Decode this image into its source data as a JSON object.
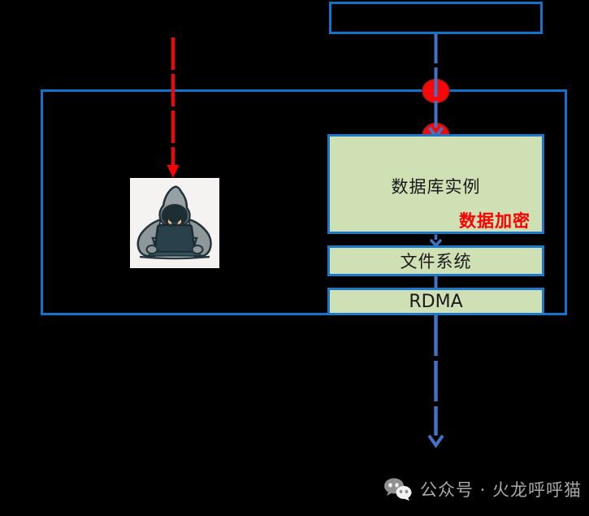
{
  "colors": {
    "background": "#000000",
    "box_border_blue": "#1273c9",
    "node_border_blue": "#1e78c8",
    "node_fill_green": "#cfe0b5",
    "flow_arrow_blue": "#4472c4",
    "attack_arrow_red": "#ff0000",
    "dot_red": "#f90606",
    "dot_red_outline": "#8f1d12",
    "badge_red": "#ff0000",
    "caption_gray": "#a9a9a9",
    "hacker_bg_white": "#f4f3f1"
  },
  "nodes": {
    "top_box": {
      "label": ""
    },
    "database": {
      "label": "数据库实例",
      "badge": "数据加密"
    },
    "filesystem": {
      "label": "文件系统"
    },
    "rdma": {
      "label": "RDMA"
    }
  },
  "icons": {
    "hacker": "hacker-at-laptop-illustration",
    "wechat": "wechat-logo-icon",
    "red_dot": "intercept-point-dot",
    "down_arrow": "downward-flow-arrow"
  },
  "footer": {
    "caption": "公众号 · 火龙呼呼猫"
  }
}
